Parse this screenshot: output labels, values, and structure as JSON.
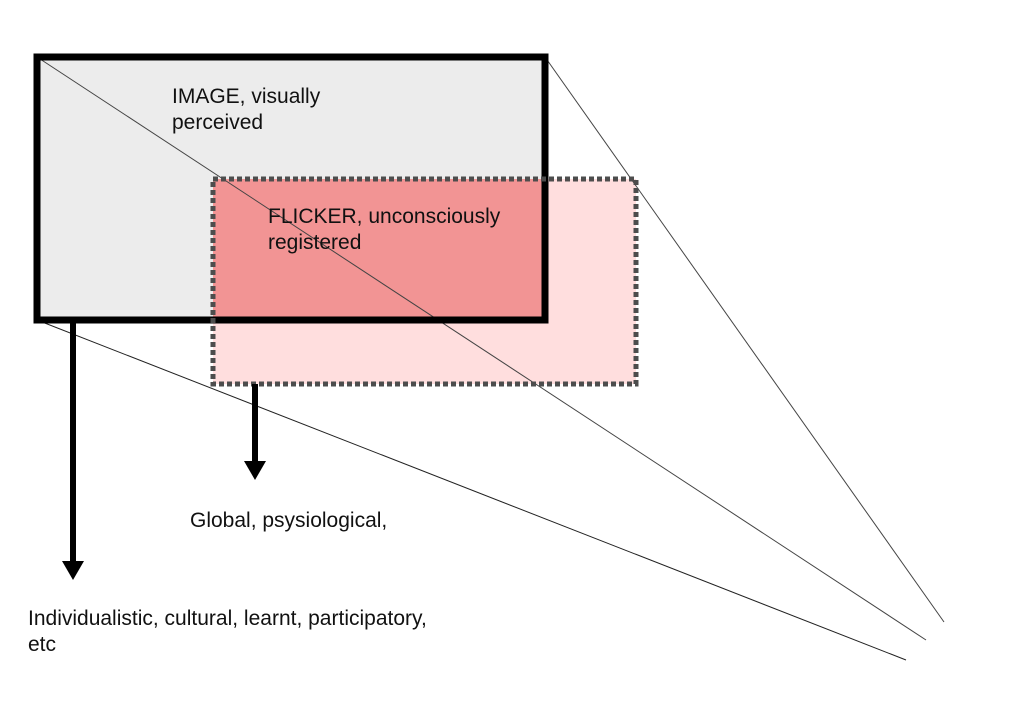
{
  "image_box": {
    "line1": "IMAGE, visually",
    "line2": "perceived"
  },
  "flicker_box": {
    "line1": "FLICKER, unconsciously",
    "line2": "registered"
  },
  "global_label": "Global, psysiological,",
  "individual_label": {
    "line1": "Individualistic, cultural, learnt, participatory,",
    "line2": "etc"
  },
  "colors": {
    "image_fill": "#ececec",
    "flicker_fill": "#ffdede",
    "overlap_fill": "#f29494",
    "frame": "#000000",
    "dashed_frame": "#4d4d4d",
    "lines": "#333333"
  }
}
